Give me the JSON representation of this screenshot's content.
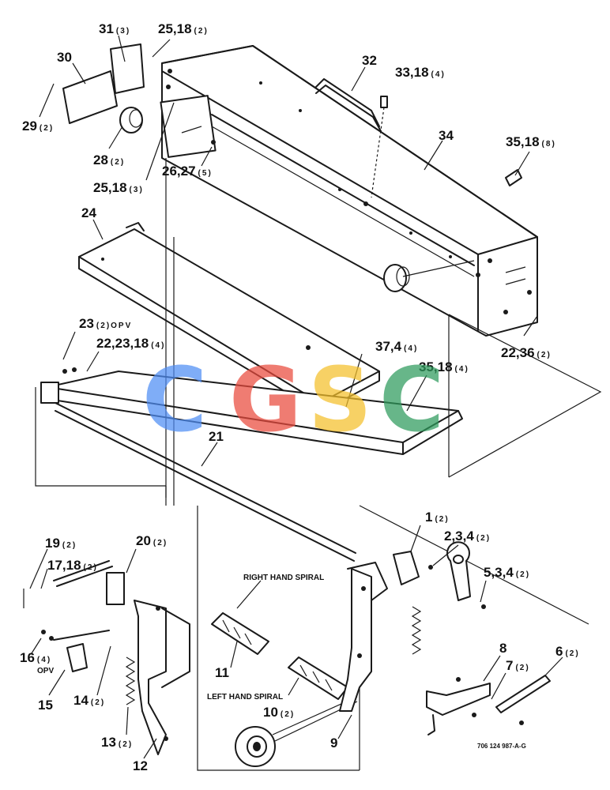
{
  "callouts": [
    {
      "num": "31",
      "qty": "(3)"
    },
    {
      "num": "25,18",
      "qty": "(2)"
    },
    {
      "num": "30",
      "qty": ""
    },
    {
      "num": "29",
      "qty": "(2)"
    },
    {
      "num": "28",
      "qty": "(2)"
    },
    {
      "num": "25,18",
      "qty": "(3)"
    },
    {
      "num": "26,27",
      "qty": "(5)"
    },
    {
      "num": "32",
      "qty": ""
    },
    {
      "num": "33,18",
      "qty": "(4)"
    },
    {
      "num": "34",
      "qty": ""
    },
    {
      "num": "35,18",
      "qty": "(8)"
    },
    {
      "num": "24",
      "qty": ""
    },
    {
      "num": "23",
      "qty": "(2)OPV"
    },
    {
      "num": "22,23,18",
      "qty": "(4)"
    },
    {
      "num": "37,4",
      "qty": "(4)"
    },
    {
      "num": "35,18",
      "qty": "(4)"
    },
    {
      "num": "22,36",
      "qty": "(2)"
    },
    {
      "num": "21",
      "qty": ""
    },
    {
      "num": "19",
      "qty": "(2)"
    },
    {
      "num": "20",
      "qty": "(2)"
    },
    {
      "num": "17,18",
      "qty": "(2)"
    },
    {
      "num": "16",
      "qty": "(4)"
    },
    {
      "num": "OPV",
      "qty": ""
    },
    {
      "num": "15",
      "qty": ""
    },
    {
      "num": "14",
      "qty": "(2)"
    },
    {
      "num": "13",
      "qty": "(2)"
    },
    {
      "num": "12",
      "qty": ""
    },
    {
      "num": "11",
      "qty": ""
    },
    {
      "num": "10",
      "qty": "(2)"
    },
    {
      "num": "9",
      "qty": ""
    },
    {
      "num": "1",
      "qty": "(2)"
    },
    {
      "num": "2,3,4",
      "qty": "(2)"
    },
    {
      "num": "5,3,4",
      "qty": "(2)"
    },
    {
      "num": "8",
      "qty": ""
    },
    {
      "num": "7",
      "qty": "(2)"
    },
    {
      "num": "6",
      "qty": "(2)"
    }
  ],
  "labels": {
    "right_spiral": "RIGHT HAND SPIRAL",
    "left_spiral": "LEFT HAND SPIRAL",
    "figure_id": "706 124 987-A-G"
  },
  "watermark": {
    "letters": [
      "C",
      "G",
      "S",
      "C"
    ],
    "colors": [
      "#4f8ef5",
      "#ea4a3d",
      "#f5c02a",
      "#2e9b5c"
    ]
  }
}
